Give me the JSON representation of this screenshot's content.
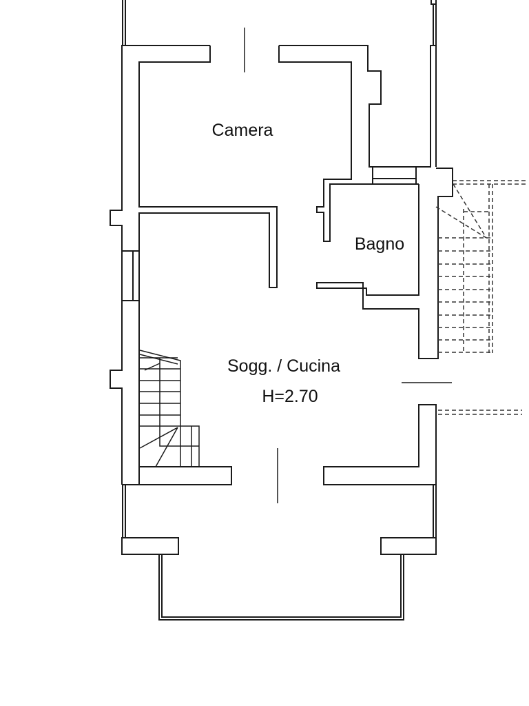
{
  "plan": {
    "rooms": {
      "camera": "Camera",
      "bagno": "Bagno",
      "soggiorno": "Sogg. / Cucina",
      "height": "H=2.70"
    }
  },
  "colors": {
    "line": "#1a1a1a",
    "background": "#ffffff"
  }
}
